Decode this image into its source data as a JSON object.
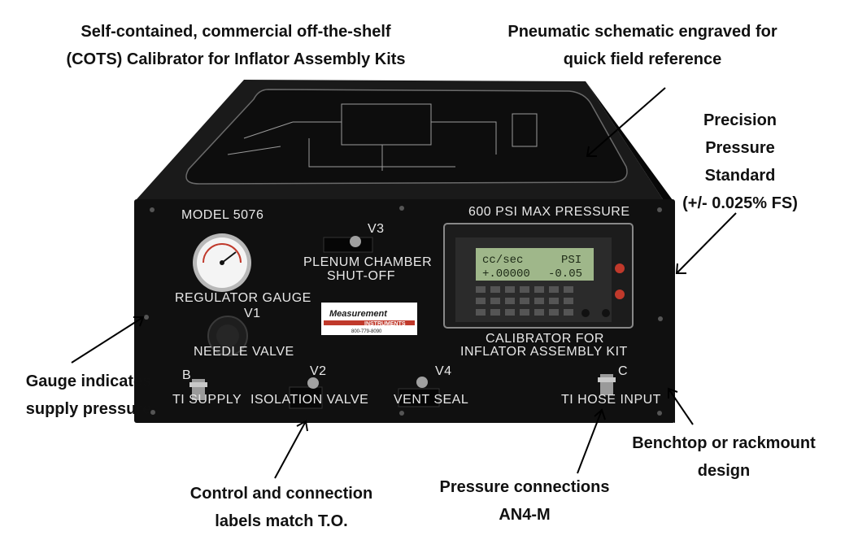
{
  "callouts": {
    "cots": [
      "Self-contained, commercial off-the-shelf",
      "(COTS) Calibrator for Inflator Assembly Kits"
    ],
    "schematic": [
      "Pneumatic schematic engraved for",
      "quick field reference"
    ],
    "precision": [
      "Precision",
      "Pressure",
      "Standard",
      "(+/- 0.025% FS)"
    ],
    "gauge": [
      "Gauge indicates",
      "supply pressure"
    ],
    "benchtop": [
      "Benchtop or rackmount",
      "design"
    ],
    "control": [
      "Control and connection",
      "labels match T.O."
    ],
    "connections": [
      "Pressure connections",
      "AN4-M"
    ]
  },
  "panel": {
    "model": "MODEL 5076",
    "max_pressure": "600 PSI MAX PRESSURE",
    "v3": "V3",
    "plenum_1": "PLENUM CHAMBER",
    "plenum_2": "SHUT-OFF",
    "regulator_gauge": "REGULATOR GAUGE",
    "v1": "V1",
    "needle_valve": "NEEDLE VALVE",
    "calibrator_1": "CALIBRATOR FOR",
    "calibrator_2": "INFLATOR ASSEMBLY KIT",
    "b": "B",
    "ti_supply": "TI SUPPLY",
    "v2": "V2",
    "isolation_valve": "ISOLATION VALVE",
    "v4": "V4",
    "vent_seal": "VENT SEAL",
    "c": "C",
    "ti_hose_input": "TI HOSE INPUT"
  },
  "display": {
    "line1_left": "cc/sec",
    "line1_right": "PSI",
    "line2_left": "+.00000",
    "line2_right": "-0.05"
  },
  "logo": {
    "brand": "Measurement",
    "sub": "INSTRUMENTS",
    "phone": "800-779-8090"
  },
  "colors": {
    "panel": "#101010",
    "engraving": "#e8e8e8",
    "lcd": "#9fb78a"
  }
}
